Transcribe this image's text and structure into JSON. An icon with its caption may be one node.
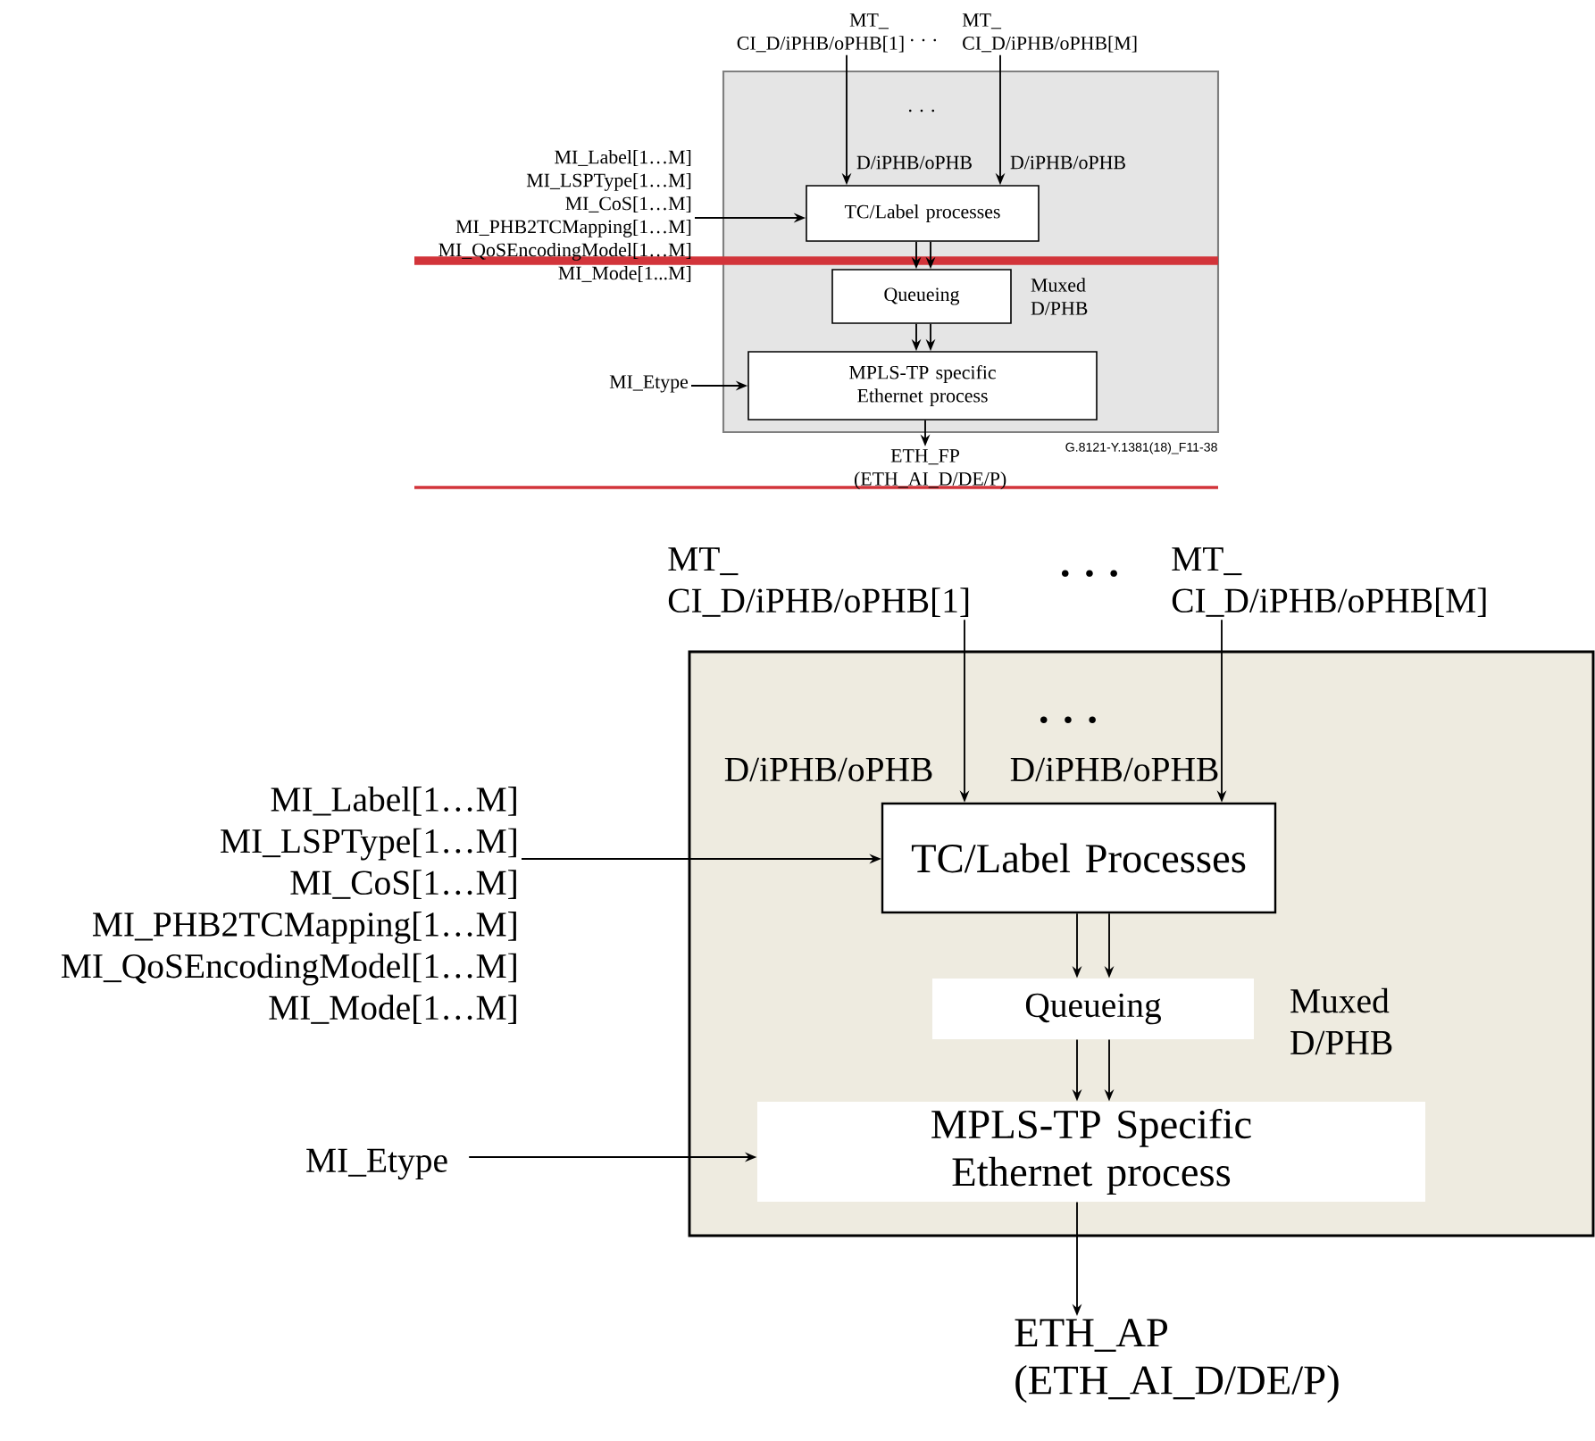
{
  "diagram": {
    "nodes": [
      {
        "text": [],
        "shape": "box"
      },
      {
        "text": [
          "TC/Label processes"
        ],
        "in": 0
      },
      {
        "text": [
          "Queueing"
        ],
        "in": 0
      },
      {
        "text": [
          "MPLS-TP specific Ethernet process"
        ],
        "in": 0
      },
      {
        "text": [
          "MT_ CI_D/iPHB/oPHB[1]"
        ]
      },
      {
        "text": [
          "MT_ CI_D/iPHB/oPHB[M]"
        ]
      },
      {
        "text": [
          "MI_Label[1…M]",
          "MI_LSPType[1…M]",
          "MI_CoS[1…M]",
          "MI_PHB2TCMapping[1…M]",
          "MI_QoSEncodingModel[1…M]",
          "MI_Mode[1...M]"
        ]
      },
      {
        "text": [
          "MI_Etype"
        ]
      },
      {
        "text": [
          "ETH_FP (ETH_AI_D/DE/P)"
        ]
      },
      {
        "text": [],
        "shape": "box"
      },
      {
        "text": [
          "TC/Label Processes"
        ],
        "in": 9
      },
      {
        "text": [
          "Queueing"
        ],
        "in": 9
      },
      {
        "text": [
          "MPLS-TP Specific Ethernet process"
        ],
        "in": 9
      },
      {
        "text": [
          "MT_ CI_D/iPHB/oPHB[1]"
        ]
      },
      {
        "text": [
          "MT_ CI_D/iPHB/oPHB[M]"
        ]
      },
      {
        "text": [
          "MI_Label[1…M]",
          "MI_LSPType[1…M]",
          "MI_CoS[1…M]",
          "MI_PHB2TCMapping[1…M]",
          "MI_QoSEncodingModel[1…M]",
          "MI_Mode[1…M]"
        ]
      },
      {
        "text": [
          "MI_Etype"
        ]
      },
      {
        "text": [
          "ETH_AP (ETH_AI_D/DE/P)"
        ]
      }
    ],
    "edges": [
      {
        "from": 4,
        "to": 1,
        "arrow": "to"
      },
      {
        "from": 5,
        "to": 1,
        "arrow": "to"
      },
      {
        "from": 6,
        "to": 1,
        "arrow": "to"
      },
      {
        "from": 1,
        "to": 2,
        "arrow": "to"
      },
      {
        "from": 1,
        "to": 2,
        "arrow": "to"
      },
      {
        "from": 2,
        "to": 3,
        "arrow": "to"
      },
      {
        "from": 2,
        "to": 3,
        "arrow": "to"
      },
      {
        "from": 7,
        "to": 3,
        "arrow": "to"
      },
      {
        "from": 3,
        "to": 8,
        "arrow": "to"
      },
      {
        "from": 13,
        "to": 10,
        "arrow": "to"
      },
      {
        "from": 14,
        "to": 10,
        "arrow": "to"
      },
      {
        "from": 15,
        "to": 10,
        "arrow": "to"
      },
      {
        "from": 10,
        "to": 11,
        "arrow": "to"
      },
      {
        "from": 10,
        "to": 11,
        "arrow": "to"
      },
      {
        "from": 11,
        "to": 12,
        "arrow": "to"
      },
      {
        "from": 11,
        "to": 12,
        "arrow": "to"
      },
      {
        "from": 16,
        "to": 12,
        "arrow": "to"
      },
      {
        "from": 12,
        "to": 17,
        "arrow": "to"
      }
    ],
    "labels": [
      "· · ·",
      ". . .",
      "D/iPHB/oPHB",
      "D/iPHB/oPHB",
      "Muxed D/PHB",
      "G.8121-Y.1381(18)_F11-38",
      "· · ·",
      "· · ·",
      "D/iPHB/oPHB",
      "D/iPHB/oPHB",
      "Muxed D/PHB"
    ]
  }
}
